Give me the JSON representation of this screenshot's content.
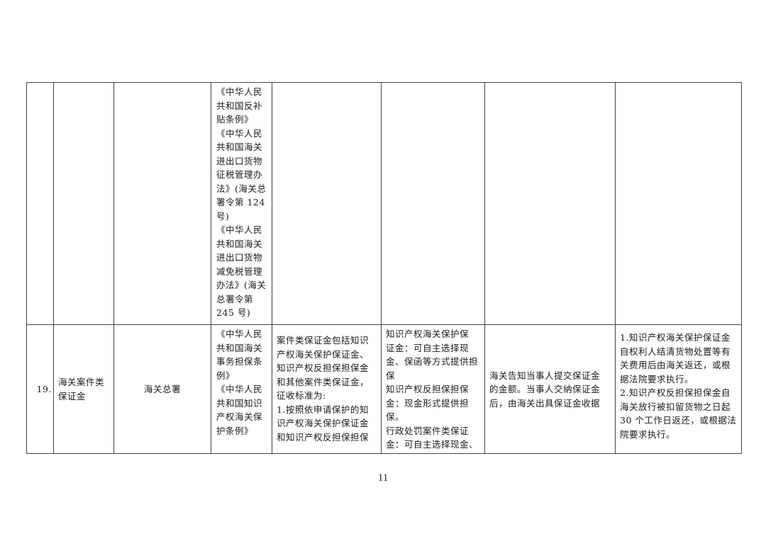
{
  "table": {
    "rows": [
      {
        "number": "",
        "name": "",
        "dept": "",
        "basis": "《中华人民\n共和国反补\n贴条例》\n《中华人民\n共和国海关\n进出口货物\n征税管理办\n法》(海关总\n署令第 124\n号)\n《中华人民\n共和国海关\n进出口货物\n减免税管理\n办法》(海关\n总署令第\n245 号)",
        "scope": "",
        "method": "",
        "process": "",
        "refund": ""
      },
      {
        "number": "19.",
        "name": "海关案件类\n保证金",
        "dept": "海关总署",
        "basis": "《中华人民\n共和国海关\n事务担保条\n例》\n《中华人民\n共和国知识\n产权海关保\n护条例》",
        "scope": "案件类保证金包括知识\n产权海关保护保证金、\n知识产权反担保担保金\n和其他案件类保证金，\n征收标准为:\n1.按照依申请保护的知\n识产权海关保护保证金\n和知识产权反担保担保",
        "method": "知识产权海关保护保\n证金：可自主选择现\n金、保函等方式提供担\n保\n知识产权反担保担保\n金：现金形式提供担\n保。\n行政处罚案件类保证\n金：可自主选择现金、",
        "process": "海关告知当事人提交保证金\n的金额。当事人交纳保证金\n后，由海关出具保证金收据",
        "refund": "1.知识产权海关保护保证金\n自权利人结清货物处置等有\n关费用后由海关返还，或根\n据法院要求执行。\n2.知识产权反担保担保金自\n海关放行被扣留货物之日起\n30 个工作日返还，或根据法\n院要求执行。"
      }
    ]
  },
  "page_number": "11"
}
